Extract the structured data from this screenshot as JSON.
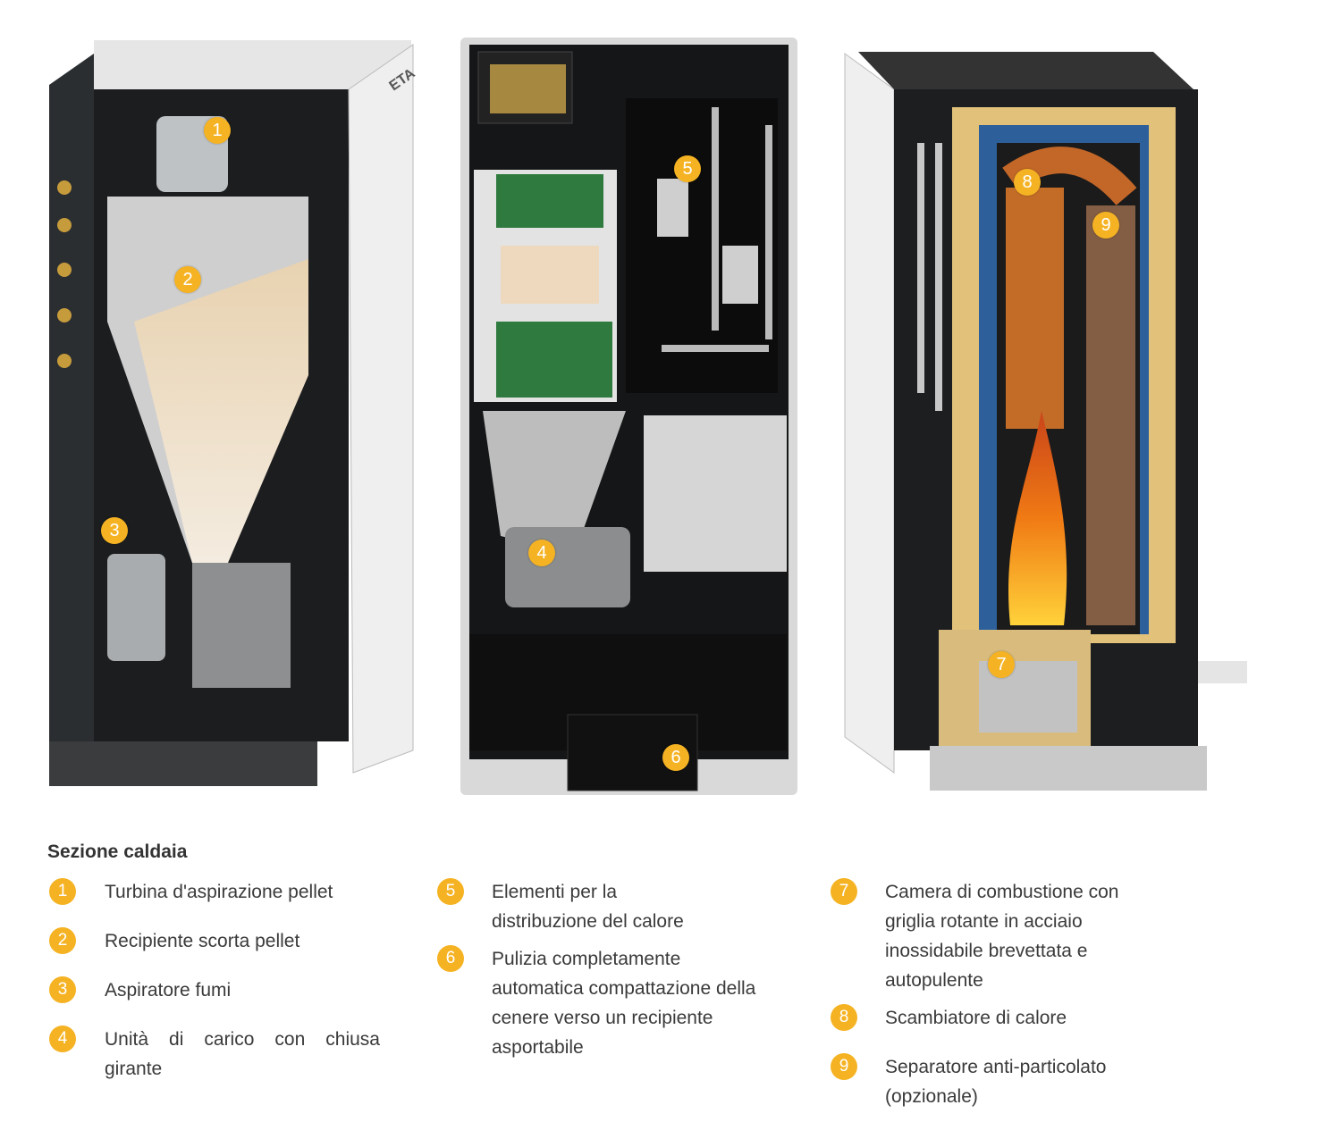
{
  "brand_logo": "ETA",
  "colors": {
    "marker": "#f5b324",
    "cabinet_dark": "#2b2e31",
    "panel_light": "#ececec"
  },
  "markers": [
    "1",
    "2",
    "3",
    "4",
    "5",
    "6",
    "7",
    "8",
    "9"
  ],
  "legend": {
    "title": "Sezione caldaia",
    "items": [
      {
        "num": "1",
        "text": "Turbina d'aspirazione pellet"
      },
      {
        "num": "2",
        "text": "Recipiente scorta pellet"
      },
      {
        "num": "3",
        "text": "Aspiratore fumi"
      },
      {
        "num": "4",
        "text": "Unità di carico con chiusa girante"
      },
      {
        "num": "5",
        "text": "Elementi per la distribuzione del calore"
      },
      {
        "num": "6",
        "text": "Pulizia completamente automatica compattazione della cenere verso un recipiente asportabile"
      },
      {
        "num": "7",
        "text": "Camera di combustione con griglia rotante in acciaio inossidabile brevettata e autopulente"
      },
      {
        "num": "8",
        "text": "Scambiatore di calore"
      },
      {
        "num": "9",
        "text": "Separatore anti-particolato (opzionale)"
      }
    ]
  }
}
